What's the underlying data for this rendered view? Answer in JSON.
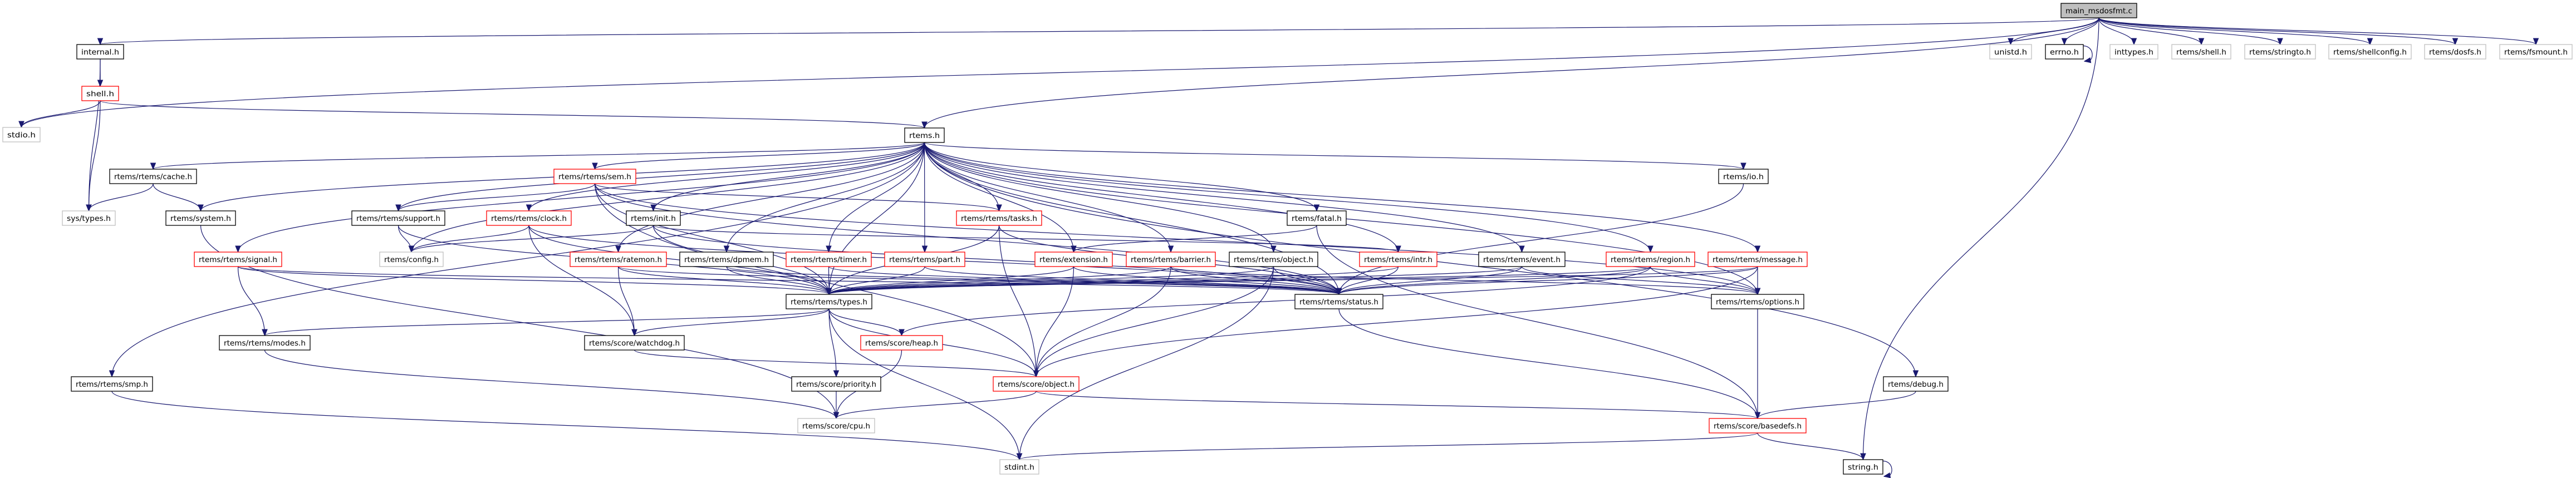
{
  "title": "main_msdosfmt.c",
  "colors": {
    "edge": "#191970",
    "red_border": "#ff0000",
    "black_border": "#000000",
    "gray_border": "#bfbfbf",
    "root_fill": "#bfbfbf"
  },
  "nodes": [
    {
      "label": "main_msdosfmt.c",
      "style": "root"
    },
    {
      "label": "internal.h",
      "style": "black"
    },
    {
      "label": "shell.h",
      "style": "red"
    },
    {
      "label": "stdio.h",
      "style": "gray"
    },
    {
      "label": "rtems.h",
      "style": "black"
    },
    {
      "label": "rtems/rtems/cache.h",
      "style": "black"
    },
    {
      "label": "rtems/rtems/sem.h",
      "style": "red"
    },
    {
      "label": "rtems/io.h",
      "style": "black"
    },
    {
      "label": "sys/types.h",
      "style": "gray"
    },
    {
      "label": "rtems/system.h",
      "style": "black"
    },
    {
      "label": "rtems/rtems/support.h",
      "style": "black"
    },
    {
      "label": "rtems/rtems/clock.h",
      "style": "red"
    },
    {
      "label": "rtems/init.h",
      "style": "black"
    },
    {
      "label": "rtems/rtems/tasks.h",
      "style": "red"
    },
    {
      "label": "rtems/fatal.h",
      "style": "black"
    },
    {
      "label": "rtems/rtems/signal.h",
      "style": "red"
    },
    {
      "label": "rtems/config.h",
      "style": "gray"
    },
    {
      "label": "rtems/rtems/ratemon.h",
      "style": "red"
    },
    {
      "label": "rtems/rtems/dpmem.h",
      "style": "black"
    },
    {
      "label": "rtems/rtems/timer.h",
      "style": "red"
    },
    {
      "label": "rtems/rtems/part.h",
      "style": "red"
    },
    {
      "label": "rtems/extension.h",
      "style": "red"
    },
    {
      "label": "rtems/rtems/barrier.h",
      "style": "red"
    },
    {
      "label": "rtems/rtems/object.h",
      "style": "black"
    },
    {
      "label": "rtems/rtems/intr.h",
      "style": "red"
    },
    {
      "label": "rtems/rtems/event.h",
      "style": "black"
    },
    {
      "label": "rtems/rtems/region.h",
      "style": "red"
    },
    {
      "label": "rtems/rtems/message.h",
      "style": "red"
    },
    {
      "label": "rtems/rtems/types.h",
      "style": "black"
    },
    {
      "label": "rtems/rtems/status.h",
      "style": "black"
    },
    {
      "label": "rtems/rtems/options.h",
      "style": "black"
    },
    {
      "label": "rtems/rtems/modes.h",
      "style": "black"
    },
    {
      "label": "rtems/score/watchdog.h",
      "style": "black"
    },
    {
      "label": "rtems/score/heap.h",
      "style": "red"
    },
    {
      "label": "rtems/rtems/smp.h",
      "style": "black"
    },
    {
      "label": "rtems/score/priority.h",
      "style": "black"
    },
    {
      "label": "rtems/score/object.h",
      "style": "red"
    },
    {
      "label": "rtems/debug.h",
      "style": "black"
    },
    {
      "label": "rtems/score/cpu.h",
      "style": "gray"
    },
    {
      "label": "rtems/score/basedefs.h",
      "style": "red"
    },
    {
      "label": "stdint.h",
      "style": "gray"
    },
    {
      "label": "string.h",
      "style": "black"
    },
    {
      "label": "unistd.h",
      "style": "gray"
    },
    {
      "label": "errno.h",
      "style": "black"
    },
    {
      "label": "inttypes.h",
      "style": "gray"
    },
    {
      "label": "rtems/shell.h",
      "style": "gray"
    },
    {
      "label": "rtems/stringto.h",
      "style": "gray"
    },
    {
      "label": "rtems/shellconfig.h",
      "style": "gray"
    },
    {
      "label": "rtems/dosfs.h",
      "style": "gray"
    },
    {
      "label": "rtems/fsmount.h",
      "style": "gray"
    }
  ],
  "edges": [
    [
      "main_msdosfmt.c",
      "internal.h"
    ],
    [
      "main_msdosfmt.c",
      "stdio.h"
    ],
    [
      "main_msdosfmt.c",
      "rtems.h"
    ],
    [
      "main_msdosfmt.c",
      "unistd.h"
    ],
    [
      "main_msdosfmt.c",
      "errno.h"
    ],
    [
      "main_msdosfmt.c",
      "inttypes.h"
    ],
    [
      "main_msdosfmt.c",
      "rtems/shell.h"
    ],
    [
      "main_msdosfmt.c",
      "rtems/stringto.h"
    ],
    [
      "main_msdosfmt.c",
      "rtems/shellconfig.h"
    ],
    [
      "main_msdosfmt.c",
      "rtems/dosfs.h"
    ],
    [
      "main_msdosfmt.c",
      "rtems/fsmount.h"
    ],
    [
      "main_msdosfmt.c",
      "string.h"
    ],
    [
      "errno.h",
      "errno.h"
    ],
    [
      "string.h",
      "string.h"
    ],
    [
      "internal.h",
      "shell.h"
    ],
    [
      "internal.h",
      "sys/types.h"
    ],
    [
      "shell.h",
      "rtems.h"
    ],
    [
      "shell.h",
      "stdio.h"
    ],
    [
      "shell.h",
      "sys/types.h"
    ],
    [
      "rtems.h",
      "rtems/rtems/cache.h"
    ],
    [
      "rtems.h",
      "rtems/system.h"
    ],
    [
      "rtems.h",
      "rtems/rtems/signal.h"
    ],
    [
      "rtems.h",
      "rtems/config.h"
    ],
    [
      "rtems.h",
      "rtems/rtems/support.h"
    ],
    [
      "rtems.h",
      "rtems/rtems/sem.h"
    ],
    [
      "rtems.h",
      "rtems/rtems/clock.h"
    ],
    [
      "rtems.h",
      "rtems/init.h"
    ],
    [
      "rtems.h",
      "rtems/rtems/ratemon.h"
    ],
    [
      "rtems.h",
      "rtems/rtems/dpmem.h"
    ],
    [
      "rtems.h",
      "rtems/rtems/timer.h"
    ],
    [
      "rtems.h",
      "rtems/rtems/part.h"
    ],
    [
      "rtems.h",
      "rtems/rtems/tasks.h"
    ],
    [
      "rtems.h",
      "rtems/fatal.h"
    ],
    [
      "rtems.h",
      "rtems/extension.h"
    ],
    [
      "rtems.h",
      "rtems/rtems/barrier.h"
    ],
    [
      "rtems.h",
      "rtems/rtems/object.h"
    ],
    [
      "rtems.h",
      "rtems/rtems/intr.h"
    ],
    [
      "rtems.h",
      "rtems/rtems/event.h"
    ],
    [
      "rtems.h",
      "rtems/rtems/region.h"
    ],
    [
      "rtems.h",
      "rtems/rtems/message.h"
    ],
    [
      "rtems.h",
      "rtems/rtems/status.h"
    ],
    [
      "rtems.h",
      "rtems/rtems/types.h"
    ],
    [
      "rtems.h",
      "rtems/io.h"
    ],
    [
      "rtems.h",
      "rtems/debug.h"
    ],
    [
      "rtems.h",
      "rtems/rtems/options.h"
    ],
    [
      "rtems.h",
      "rtems/rtems/smp.h"
    ],
    [
      "rtems/rtems/cache.h",
      "sys/types.h"
    ],
    [
      "rtems/rtems/cache.h",
      "rtems/system.h"
    ],
    [
      "rtems/system.h",
      "rtems/score/cpu.h"
    ],
    [
      "rtems/rtems/sem.h",
      "rtems/rtems/support.h"
    ],
    [
      "rtems/rtems/sem.h",
      "rtems/rtems/tasks.h"
    ],
    [
      "rtems/rtems/sem.h",
      "rtems/rtems/types.h"
    ],
    [
      "rtems/rtems/sem.h",
      "rtems/rtems/status.h"
    ],
    [
      "rtems/rtems/sem.h",
      "rtems/rtems/options.h"
    ],
    [
      "rtems/rtems/sem.h",
      "rtems/score/object.h"
    ],
    [
      "rtems/rtems/support.h",
      "rtems/config.h"
    ],
    [
      "rtems/rtems/support.h",
      "rtems/rtems/types.h"
    ],
    [
      "rtems/rtems/clock.h",
      "rtems/config.h"
    ],
    [
      "rtems/rtems/clock.h",
      "rtems/rtems/types.h"
    ],
    [
      "rtems/rtems/clock.h",
      "rtems/rtems/status.h"
    ],
    [
      "rtems/rtems/clock.h",
      "rtems/score/watchdog.h"
    ],
    [
      "rtems/init.h",
      "rtems/config.h"
    ],
    [
      "rtems/init.h",
      "rtems/rtems/types.h"
    ],
    [
      "rtems/init.h",
      "rtems/rtems/status.h"
    ],
    [
      "rtems/init.h",
      "rtems/rtems/intr.h"
    ],
    [
      "rtems/rtems/signal.h",
      "rtems/rtems/modes.h"
    ],
    [
      "rtems/rtems/signal.h",
      "rtems/rtems/types.h"
    ],
    [
      "rtems/rtems/signal.h",
      "rtems/rtems/status.h"
    ],
    [
      "rtems/rtems/ratemon.h",
      "rtems/score/watchdog.h"
    ],
    [
      "rtems/rtems/ratemon.h",
      "rtems/rtems/types.h"
    ],
    [
      "rtems/rtems/ratemon.h",
      "rtems/rtems/status.h"
    ],
    [
      "rtems/rtems/dpmem.h",
      "rtems/rtems/types.h"
    ],
    [
      "rtems/rtems/dpmem.h",
      "rtems/rtems/status.h"
    ],
    [
      "rtems/rtems/timer.h",
      "rtems/rtems/types.h"
    ],
    [
      "rtems/rtems/timer.h",
      "rtems/rtems/status.h"
    ],
    [
      "rtems/rtems/part.h",
      "rtems/rtems/types.h"
    ],
    [
      "rtems/rtems/part.h",
      "rtems/rtems/status.h"
    ],
    [
      "rtems/rtems/tasks.h",
      "rtems/rtems/types.h"
    ],
    [
      "rtems/rtems/tasks.h",
      "rtems/score/object.h"
    ],
    [
      "rtems/rtems/tasks.h",
      "rtems/rtems/status.h"
    ],
    [
      "rtems/fatal.h",
      "rtems/extension.h"
    ],
    [
      "rtems/fatal.h",
      "rtems/score/basedefs.h"
    ],
    [
      "rtems/extension.h",
      "rtems/rtems/types.h"
    ],
    [
      "rtems/extension.h",
      "rtems/score/object.h"
    ],
    [
      "rtems/extension.h",
      "rtems/rtems/status.h"
    ],
    [
      "rtems/rtems/barrier.h",
      "rtems/rtems/types.h"
    ],
    [
      "rtems/rtems/barrier.h",
      "rtems/score/object.h"
    ],
    [
      "rtems/rtems/barrier.h",
      "rtems/rtems/status.h"
    ],
    [
      "rtems/rtems/barrier.h",
      "rtems/rtems/options.h"
    ],
    [
      "rtems/rtems/object.h",
      "rtems/score/object.h"
    ],
    [
      "rtems/rtems/object.h",
      "stdint.h"
    ],
    [
      "rtems/rtems/object.h",
      "rtems/rtems/types.h"
    ],
    [
      "rtems/rtems/object.h",
      "rtems/rtems/status.h"
    ],
    [
      "rtems/rtems/intr.h",
      "rtems/rtems/types.h"
    ],
    [
      "rtems/rtems/intr.h",
      "rtems/rtems/status.h"
    ],
    [
      "rtems/rtems/event.h",
      "rtems/rtems/types.h"
    ],
    [
      "rtems/rtems/event.h",
      "rtems/rtems/status.h"
    ],
    [
      "rtems/rtems/event.h",
      "rtems/rtems/options.h"
    ],
    [
      "rtems/rtems/region.h",
      "rtems/rtems/types.h"
    ],
    [
      "rtems/rtems/region.h",
      "rtems/rtems/status.h"
    ],
    [
      "rtems/rtems/region.h",
      "rtems/rtems/options.h"
    ],
    [
      "rtems/rtems/region.h",
      "rtems/score/heap.h"
    ],
    [
      "rtems/rtems/message.h",
      "rtems/rtems/types.h"
    ],
    [
      "rtems/rtems/message.h",
      "rtems/rtems/status.h"
    ],
    [
      "rtems/rtems/message.h",
      "rtems/rtems/options.h"
    ],
    [
      "rtems/rtems/message.h",
      "rtems/score/object.h"
    ],
    [
      "rtems/rtems/types.h",
      "rtems/rtems/modes.h"
    ],
    [
      "rtems/rtems/types.h",
      "rtems/score/watchdog.h"
    ],
    [
      "rtems/rtems/types.h",
      "rtems/score/heap.h"
    ],
    [
      "rtems/rtems/types.h",
      "rtems/score/object.h"
    ],
    [
      "rtems/rtems/types.h",
      "rtems/score/priority.h"
    ],
    [
      "rtems/rtems/types.h",
      "stdint.h"
    ],
    [
      "rtems/rtems/status.h",
      "rtems/score/basedefs.h"
    ],
    [
      "rtems/rtems/options.h",
      "rtems/score/basedefs.h"
    ],
    [
      "rtems/io.h",
      "rtems/rtems/status.h"
    ],
    [
      "rtems/debug.h",
      "rtems/score/basedefs.h"
    ],
    [
      "rtems/rtems/modes.h",
      "rtems/score/cpu.h"
    ],
    [
      "rtems/score/watchdog.h",
      "rtems/score/object.h"
    ],
    [
      "rtems/score/heap.h",
      "rtems/score/cpu.h"
    ],
    [
      "rtems/score/priority.h",
      "rtems/score/cpu.h"
    ],
    [
      "rtems/score/object.h",
      "rtems/score/cpu.h"
    ],
    [
      "rtems/score/object.h",
      "rtems/score/basedefs.h"
    ],
    [
      "rtems/rtems/smp.h",
      "stdint.h"
    ],
    [
      "rtems/score/basedefs.h",
      "string.h"
    ],
    [
      "rtems/score/basedefs.h",
      "stdint.h"
    ]
  ]
}
